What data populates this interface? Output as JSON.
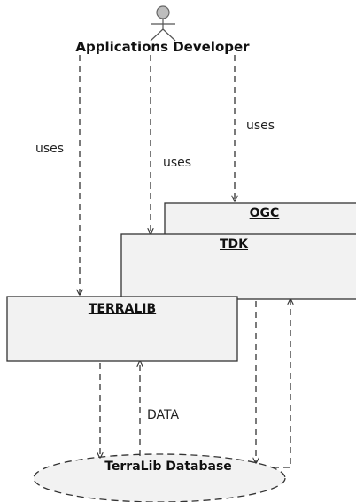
{
  "actor": {
    "name": "Applications Developer"
  },
  "components": {
    "ogc": "OGC",
    "tdk": "TDK",
    "terralib": "TERRALIB"
  },
  "database": {
    "name": "TerraLib Database"
  },
  "edges": {
    "uses_terralib": "uses",
    "uses_tdk": "uses",
    "uses_ogc": "uses",
    "data": "DATA"
  },
  "colors": {
    "box_fill": "#f2f2f2",
    "stroke": "#333333",
    "actor_head": "#bdbdbd"
  }
}
